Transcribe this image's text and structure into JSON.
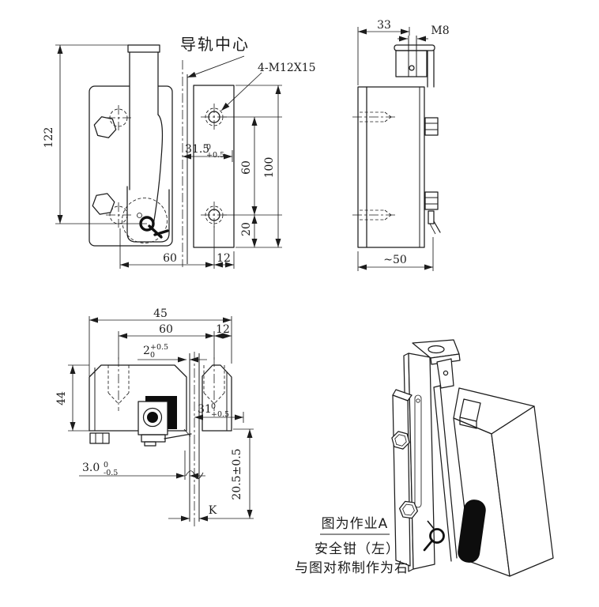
{
  "front_view": {
    "rail_center_label": "导轨中心",
    "thread_callout": "4-M12X15",
    "dim_overall_height": "122",
    "dim_rail_offset": {
      "v": "31.5",
      "sup": "0",
      "sub": "+0.5"
    },
    "dim_hole_spacing": "60",
    "dim_plate_height": "100",
    "dim_hole_to_bottom": "20",
    "dim_bottom_width": "60",
    "dim_bottom_plate": "12"
  },
  "side_view": {
    "dim_top_offset": "33",
    "thread_callout": "M8",
    "dim_depth": "~50"
  },
  "plan_view": {
    "dim_overall": "45",
    "dim_hole_spacing": "60",
    "dim_plate": "12",
    "dim_gap": {
      "v": "2",
      "sup": "+0.5",
      "sub": "0"
    },
    "dim_body_depth": "44",
    "dim_rail_to_face": {
      "v": "31",
      "sup": "0",
      "sub": "+0.5"
    },
    "dim_clearance": {
      "v": "3.0",
      "sup": "0",
      "sub": "-0.5"
    },
    "dim_jaw_depth": "20.5±0.5",
    "dim_k": "K"
  },
  "iso_view": {
    "note_line1": "图为作业A",
    "note_line2": "安全钳（左）",
    "note_line3": "与图对称制作为右"
  }
}
